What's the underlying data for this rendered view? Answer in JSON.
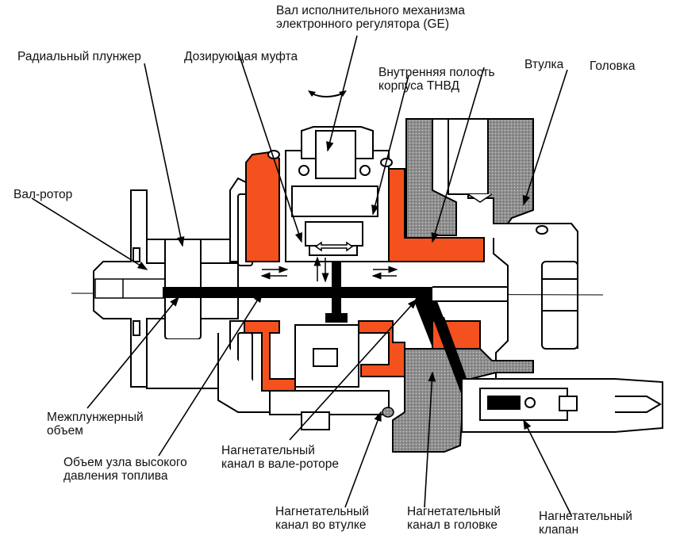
{
  "colors": {
    "red": "#f4511e",
    "gray": "#9a9a9a",
    "ink": "#000000"
  },
  "labels": {
    "ge_shaft": [
      "Вал исполнительного механизма",
      "электронного регулятора (GE)"
    ],
    "radial_plunger": [
      "Радиальный плунжер"
    ],
    "metering_sleeve": [
      "Дозирующая муфта"
    ],
    "inner_cavity": [
      "Внутренняя полость",
      "корпуса ТНВД"
    ],
    "bushing": [
      "Втулка"
    ],
    "head": [
      "Головка"
    ],
    "rotor_shaft": [
      "Вал-ротор"
    ],
    "interplunger_volume": [
      "Межплунжерный",
      "объем"
    ],
    "hp_volume": [
      "Объем узла высокого",
      "давления топлива"
    ],
    "rotor_channel": [
      "Нагнетательный",
      "канал в вале-роторе"
    ],
    "bushing_channel": [
      "Нагнетательный",
      "канал во втулке"
    ],
    "head_channel": [
      "Нагнетательный",
      "канал в головке"
    ],
    "delivery_valve": [
      "Нагнетательный",
      "клапан"
    ]
  }
}
